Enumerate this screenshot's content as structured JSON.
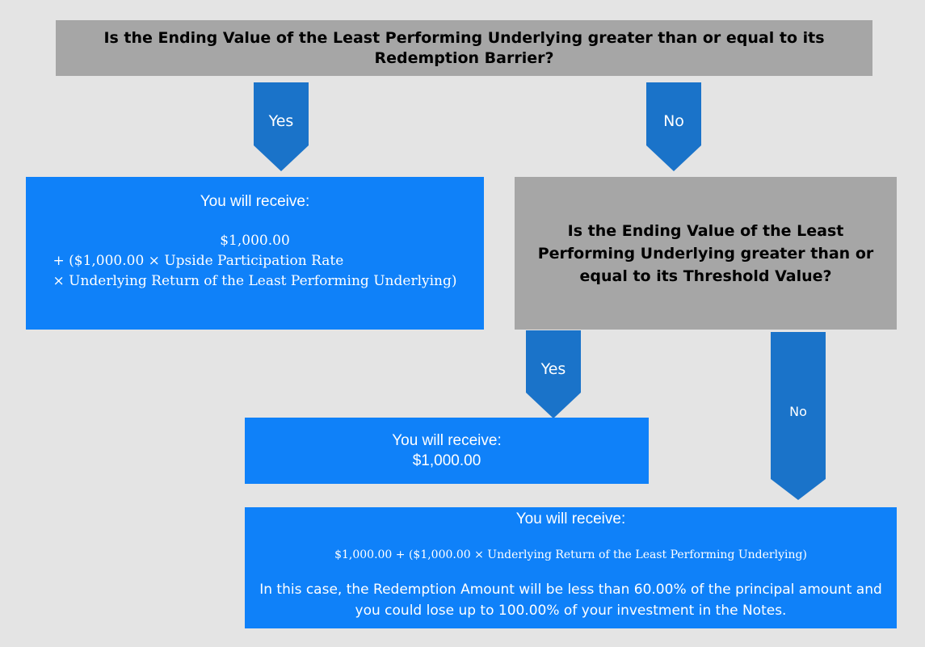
{
  "question_redemption_barrier": "Is the Ending Value of the Least Performing Underlying greater than or equal to its Redemption Barrier?",
  "question_threshold_value": "Is the Ending Value of the Least Performing Underlying greater than or equal to its Threshold Value?",
  "arrows": {
    "top_yes": "Yes",
    "top_no": "No",
    "lower_yes": "Yes",
    "lower_no": "No"
  },
  "outcome_upside": {
    "heading": "You will receive:",
    "line1": "$1,000.00",
    "line2": "+ ($1,000.00 × Upside Participation Rate",
    "line3": "× Underlying Return of the Least Performing Underlying)"
  },
  "outcome_par": {
    "heading": "You will receive:",
    "amount": "$1,000.00"
  },
  "outcome_loss": {
    "heading": "You will receive:",
    "formula": "$1,000.00 + ($1,000.00 × Underlying Return of the Least Performing Underlying)",
    "note": "In this case, the Redemption Amount will be less than 60.00% of the principal amount and you could lose up to 100.00% of your investment in the Notes."
  },
  "colors": {
    "background": "#e4e4e4",
    "question_box": "#a6a6a6",
    "outcome_box": "#0f81f9",
    "arrow": "#1a73c9"
  }
}
